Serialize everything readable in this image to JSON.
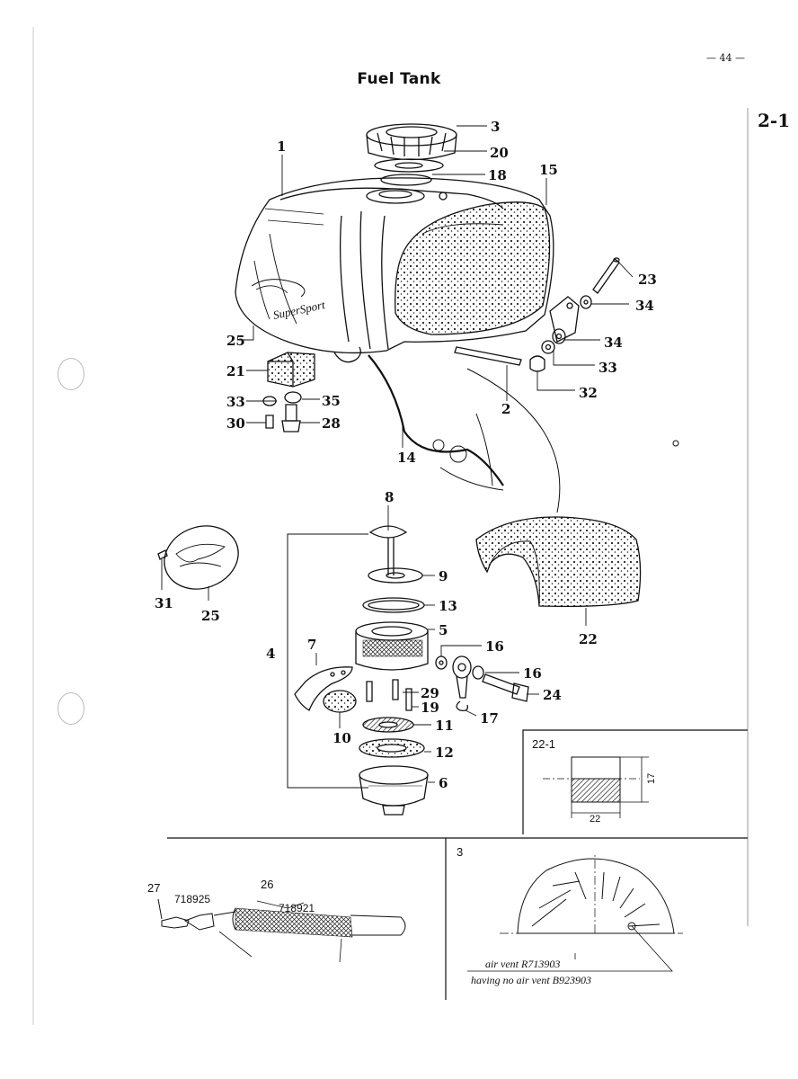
{
  "page": {
    "title": "Fuel Tank",
    "page_number": "— 44 —",
    "section": "2-1"
  },
  "callouts": [
    {
      "id": "c3",
      "label": "3"
    },
    {
      "id": "c20",
      "label": "20"
    },
    {
      "id": "c18",
      "label": "18"
    },
    {
      "id": "c1",
      "label": "1"
    },
    {
      "id": "c15",
      "label": "15"
    },
    {
      "id": "c23",
      "label": "23"
    },
    {
      "id": "c34a",
      "label": "34"
    },
    {
      "id": "c34b",
      "label": "34"
    },
    {
      "id": "c33a",
      "label": "33"
    },
    {
      "id": "c32",
      "label": "32"
    },
    {
      "id": "c2",
      "label": "2"
    },
    {
      "id": "c25a",
      "label": "25"
    },
    {
      "id": "c21",
      "label": "21"
    },
    {
      "id": "c33b",
      "label": "33"
    },
    {
      "id": "c35",
      "label": "35"
    },
    {
      "id": "c30",
      "label": "30"
    },
    {
      "id": "c28",
      "label": "28"
    },
    {
      "id": "c14",
      "label": "14"
    },
    {
      "id": "c8",
      "label": "8"
    },
    {
      "id": "c9",
      "label": "9"
    },
    {
      "id": "c13",
      "label": "13"
    },
    {
      "id": "c5",
      "label": "5"
    },
    {
      "id": "c4",
      "label": "4"
    },
    {
      "id": "c7",
      "label": "7"
    },
    {
      "id": "c29",
      "label": "29"
    },
    {
      "id": "c19",
      "label": "19"
    },
    {
      "id": "c10",
      "label": "10"
    },
    {
      "id": "c11",
      "label": "11"
    },
    {
      "id": "c12",
      "label": "12"
    },
    {
      "id": "c6",
      "label": "6"
    },
    {
      "id": "c16a",
      "label": "16"
    },
    {
      "id": "c16b",
      "label": "16"
    },
    {
      "id": "c24",
      "label": "24"
    },
    {
      "id": "c17",
      "label": "17"
    },
    {
      "id": "c22",
      "label": "22"
    },
    {
      "id": "c31",
      "label": "31"
    },
    {
      "id": "c25b",
      "label": "25"
    }
  ],
  "emblem": {
    "script": "SuperSport"
  },
  "detail_22_1": {
    "label": "22-1",
    "dim_height": "17",
    "dim_width": "22"
  },
  "detail_3": {
    "label": "3",
    "with_vent": "air vent   R713903",
    "without_vent": "having no air vent  B923903"
  },
  "detail_26": {
    "label_27": "27",
    "label_26": "26",
    "part_a": "718925",
    "part_b": "718921"
  }
}
